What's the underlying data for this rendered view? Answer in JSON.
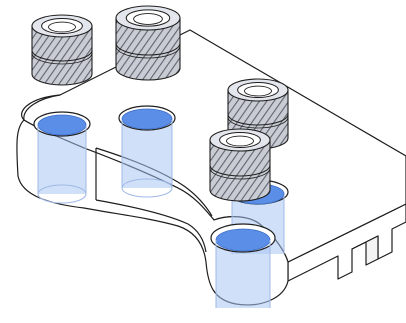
{
  "colors": {
    "background": "#ffffff",
    "outline": "#1e1e1e",
    "plate_face": "#ffffff",
    "hole_fill": "#5b8ee6",
    "hole_fill_light": "#7aa6ee",
    "cylinder_tint": "#a9c6f4",
    "insert_body": "#c9ccd3",
    "insert_hatch": "#5e6470",
    "insert_top": "#e3e6ec"
  },
  "parts": {
    "plate": {
      "icon": "mounting-plate",
      "hole_count": 4,
      "slot": "rectangular-notch"
    },
    "inserts": {
      "icon": "knurled-threaded-insert",
      "count": 4,
      "style": "knurled-diamond"
    },
    "holes": {
      "icon": "blind-hole",
      "count": 4
    }
  }
}
